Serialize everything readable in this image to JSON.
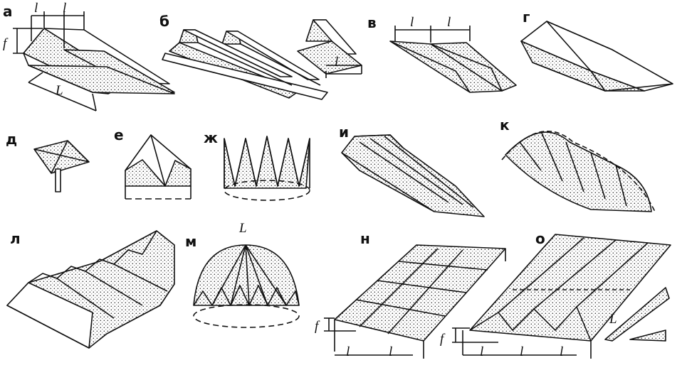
{
  "figure": {
    "labels": {
      "a": "а",
      "b": "б",
      "v": "в",
      "g": "г",
      "d": "д",
      "e": "е",
      "zh": "ж",
      "i": "и",
      "k": "к",
      "l": "л",
      "m": "м",
      "n": "н",
      "o": "о"
    },
    "dims": {
      "span": "l",
      "rise": "f",
      "length": "L"
    }
  }
}
